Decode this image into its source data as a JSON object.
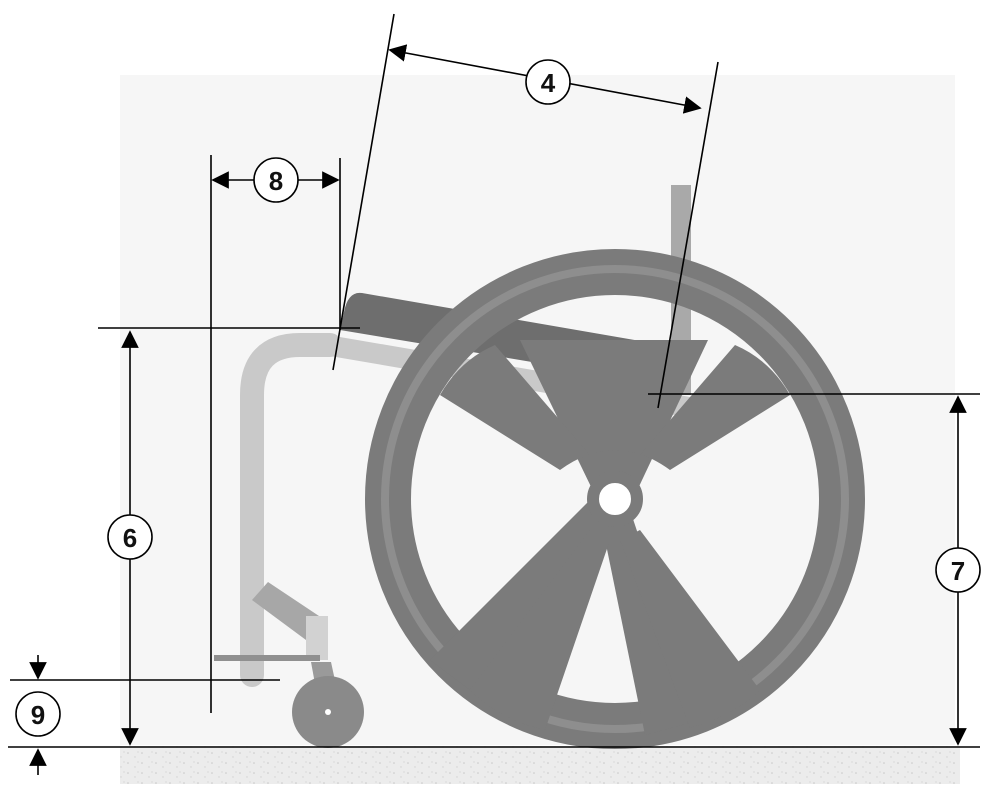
{
  "callouts": {
    "dim_4": "4",
    "dim_6": "6",
    "dim_7": "7",
    "dim_8": "8",
    "dim_9": "9"
  },
  "colors": {
    "background_panel": "#f5f5f5",
    "wheel": "#7a7a7a",
    "wheel_light": "#8c8c8c",
    "seat_dark": "#6f6f6f",
    "frame_light": "#c8c8c8",
    "backrest": "#a9a9a9",
    "caster": "#8a8a8a",
    "dimension_lines": "#000000",
    "floor": "#e6e6e6"
  }
}
